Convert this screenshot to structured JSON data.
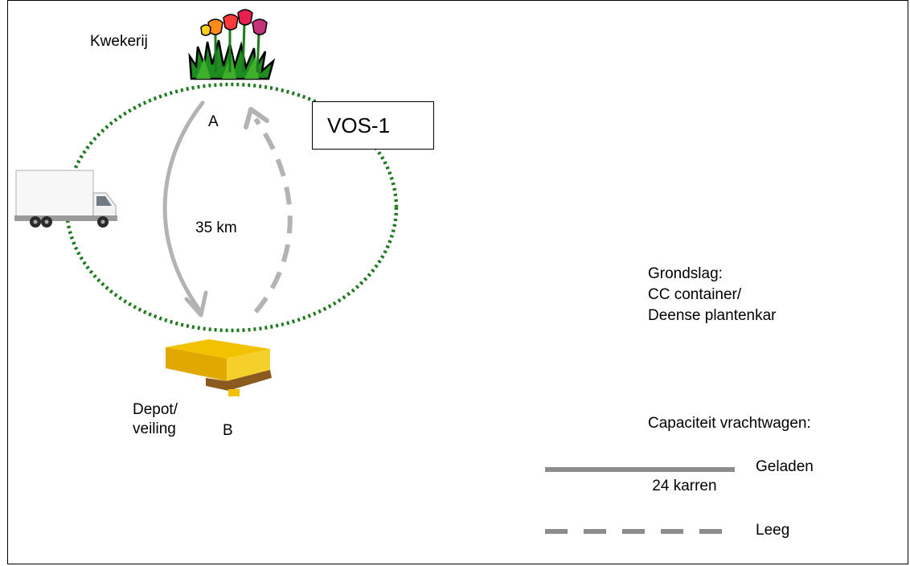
{
  "labels": {
    "nursery": "Kwekerij",
    "point_a": "A",
    "point_b": "B",
    "distance": "35 km",
    "depot_line1": "Depot/",
    "depot_line2": "veiling"
  },
  "box": {
    "label": "VOS-1"
  },
  "notes": {
    "basis_line1": "Grondslag:",
    "basis_line2": "CC container/",
    "basis_line3": "Deense plantenkar",
    "capacity_line1": "Capaciteit vrachtwagen:",
    "capacity_line2": " 24 karren"
  },
  "legend": {
    "loaded": "Geladen",
    "empty": "Leeg"
  },
  "icons": [
    "tulips-icon",
    "truck-icon",
    "pallet-icon"
  ],
  "colors": {
    "route_loop": "#1f7a1f",
    "arrow": "#b3b3b3",
    "legend_line": "#8c8c8c",
    "pallet": "#f2c200",
    "pallet_base": "#8a5a1e"
  }
}
